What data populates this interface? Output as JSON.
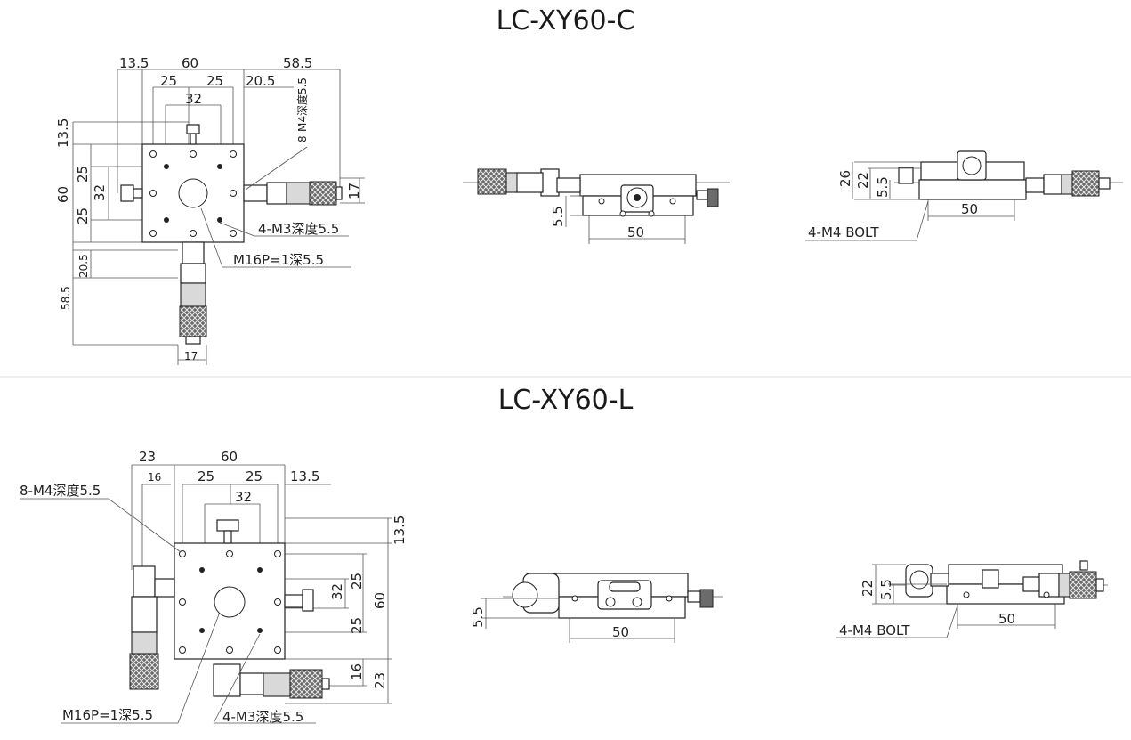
{
  "titles": {
    "c": "LC-XY60-C",
    "l": "LC-XY60-L"
  },
  "c_top": {
    "d135": "13.5",
    "d60": "60",
    "d585": "58.5",
    "d25a": "25",
    "d25b": "25",
    "d32": "32",
    "d205": "20.5",
    "m4": "8-M4深度5.5",
    "v135": "13.5",
    "v25a": "25",
    "v32": "32",
    "v60": "60",
    "v25b": "25",
    "v17": "17",
    "v205": "20.5",
    "v585": "58.5",
    "h17": "17",
    "m3": "4-M3深度5.5",
    "m16": "M16P=1深5.5"
  },
  "c_front": {
    "v55": "5.5",
    "h50": "50"
  },
  "c_side": {
    "v26": "26",
    "v22": "22",
    "v55": "5.5",
    "h50": "50",
    "bolt": "4-M4 BOLT"
  },
  "l_top": {
    "d23": "23",
    "d60": "60",
    "d16": "16",
    "d25a": "25",
    "d25b": "25",
    "d135": "13.5",
    "d32": "32",
    "m4": "8-M4深度5.5",
    "v135": "13.5",
    "v25a": "25",
    "v32": "32",
    "v60": "60",
    "v25b": "25",
    "v16": "16",
    "v23": "23",
    "m16": "M16P=1深5.5",
    "m3": "4-M3深度5.5"
  },
  "l_front": {
    "v55": "5.5",
    "h50": "50"
  },
  "l_side": {
    "v22": "22",
    "v55": "5.5",
    "h50": "50",
    "bolt": "4-M4 BOLT"
  },
  "colors": {
    "line": "#333333",
    "divider": "#dddddd",
    "part_fill": "#ffffff",
    "knurl": "#6b6b6b"
  }
}
